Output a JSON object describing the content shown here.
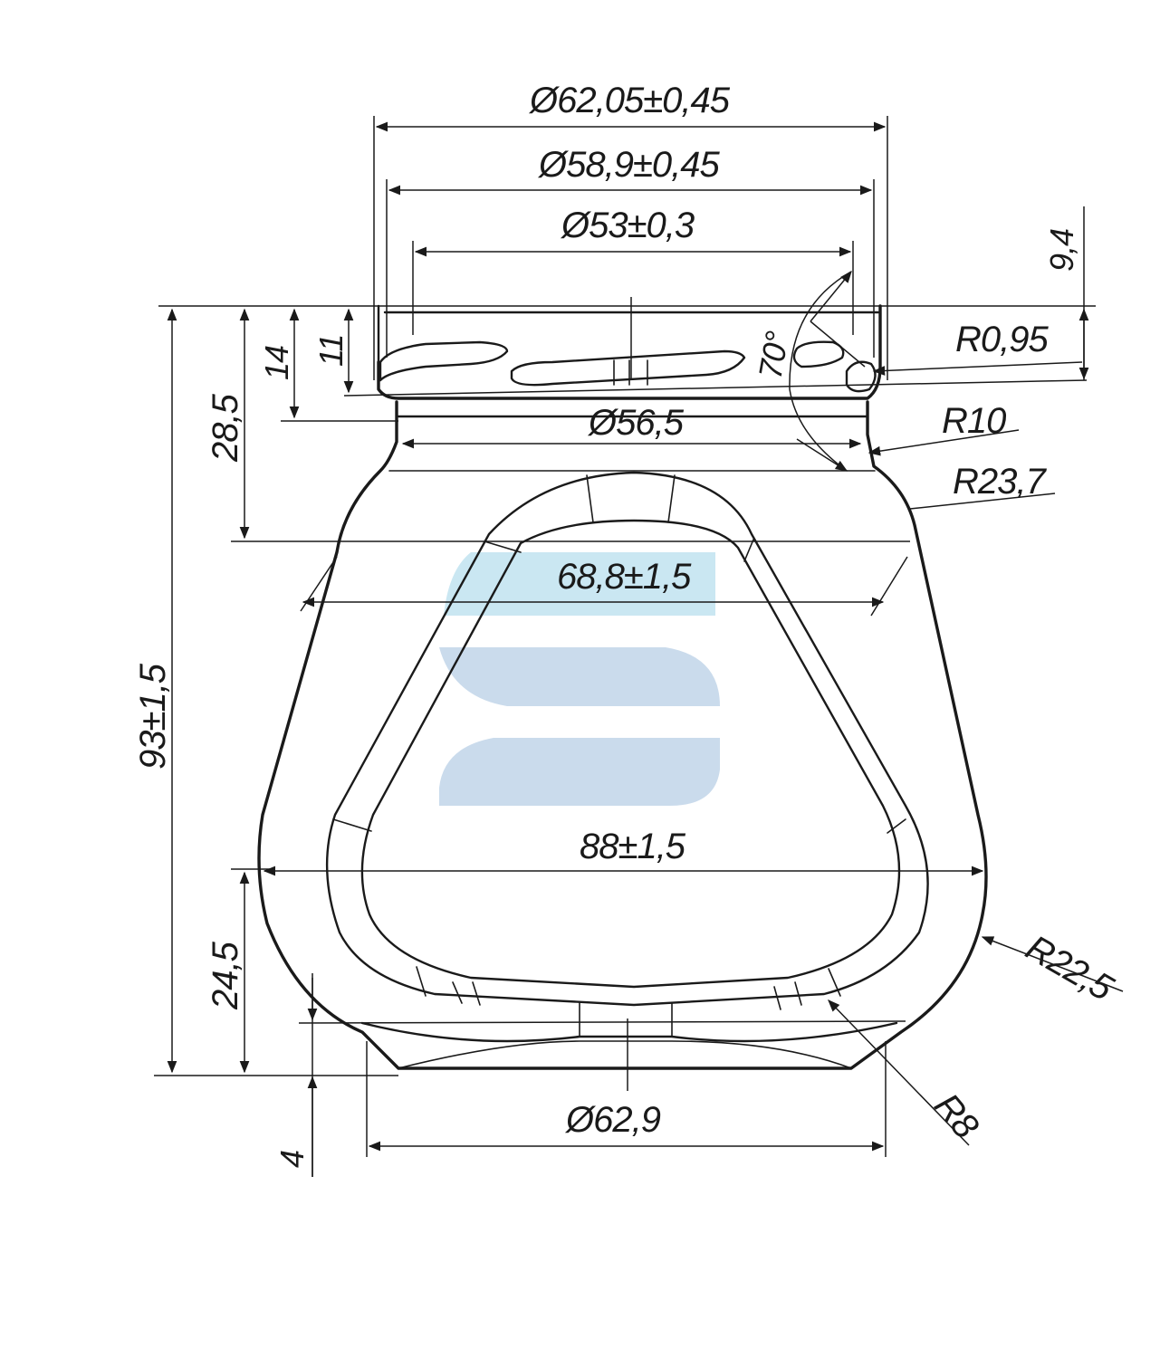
{
  "dimensions": {
    "d_outer_neck": "Ø62,05±0,45",
    "d_thread_mid": "Ø58,9±0,45",
    "d_inner_neck": "Ø53±0,3",
    "h_top": "9,4",
    "r_lip": "R0,95",
    "angle": "70°",
    "h_14": "14",
    "h_11": "11",
    "d_neck_ring": "Ø56,5",
    "r_10": "R10",
    "r_23_7": "R23,7",
    "h_28_5": "28,5",
    "w_shoulder": "68,8±1,5",
    "h_total": "93±1,5",
    "w_body": "88±1,5",
    "r_22_5": "R22,5",
    "h_24_5": "24,5",
    "r_8": "R8",
    "d_base": "Ø62,9",
    "h_4": "4"
  },
  "colors": {
    "line": "#1a1a1a",
    "logo_light": "#9fd3e8",
    "logo_blue": "#b8cfe6"
  }
}
